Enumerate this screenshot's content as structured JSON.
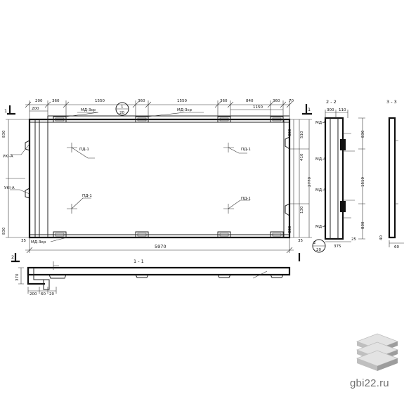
{
  "drawing": {
    "top_dims": [
      "200",
      "360",
      "1550",
      "360",
      "1550",
      "360",
      "840",
      "360",
      "70"
    ],
    "top_dims_2": [
      "200",
      "1150"
    ],
    "overall_length": "5970",
    "left_dims": [
      "830",
      "830",
      "35"
    ],
    "right_dims": [
      "880",
      "880",
      "2770",
      "510",
      "410",
      "130",
      "35"
    ],
    "labels": {
      "md3sp_1": "МД-3ср",
      "md3sp_2": "МД-3ср",
      "md3kr": "МД-3кр",
      "pd1_a": "ПД-1",
      "pd1_b": "ПД-1",
      "pd1_c": "ПД-1",
      "pd1_d": "ПД-1",
      "ukl_a": "УКI-А",
      "ukl_b": "УКI-А",
      "md4_a": "МД-4",
      "md4_b": "МД-4",
      "md4_c": "МД-4",
      "md4_d": "МД-4"
    },
    "section_marks": {
      "top_num": "1",
      "top_den": "20",
      "bottom_num": "2",
      "bottom_den": "20",
      "cut_1": "1",
      "cut_2": "2"
    },
    "titles": {
      "section_1_1": "1 - 1",
      "section_2_2": "2 - 2",
      "section_3_3": "3 - 3"
    },
    "section_1_1_dims": [
      "200",
      "60",
      "20",
      "370"
    ],
    "section_2_2_dims": [
      "300",
      "110",
      "830",
      "1510",
      "830",
      "375",
      "25"
    ],
    "section_3_3_dims": [
      "40",
      "60"
    ]
  },
  "brand": {
    "site": "gbi22.ru",
    "logo_icon": "stacked-slabs-icon",
    "color": "#7a7a7a"
  }
}
